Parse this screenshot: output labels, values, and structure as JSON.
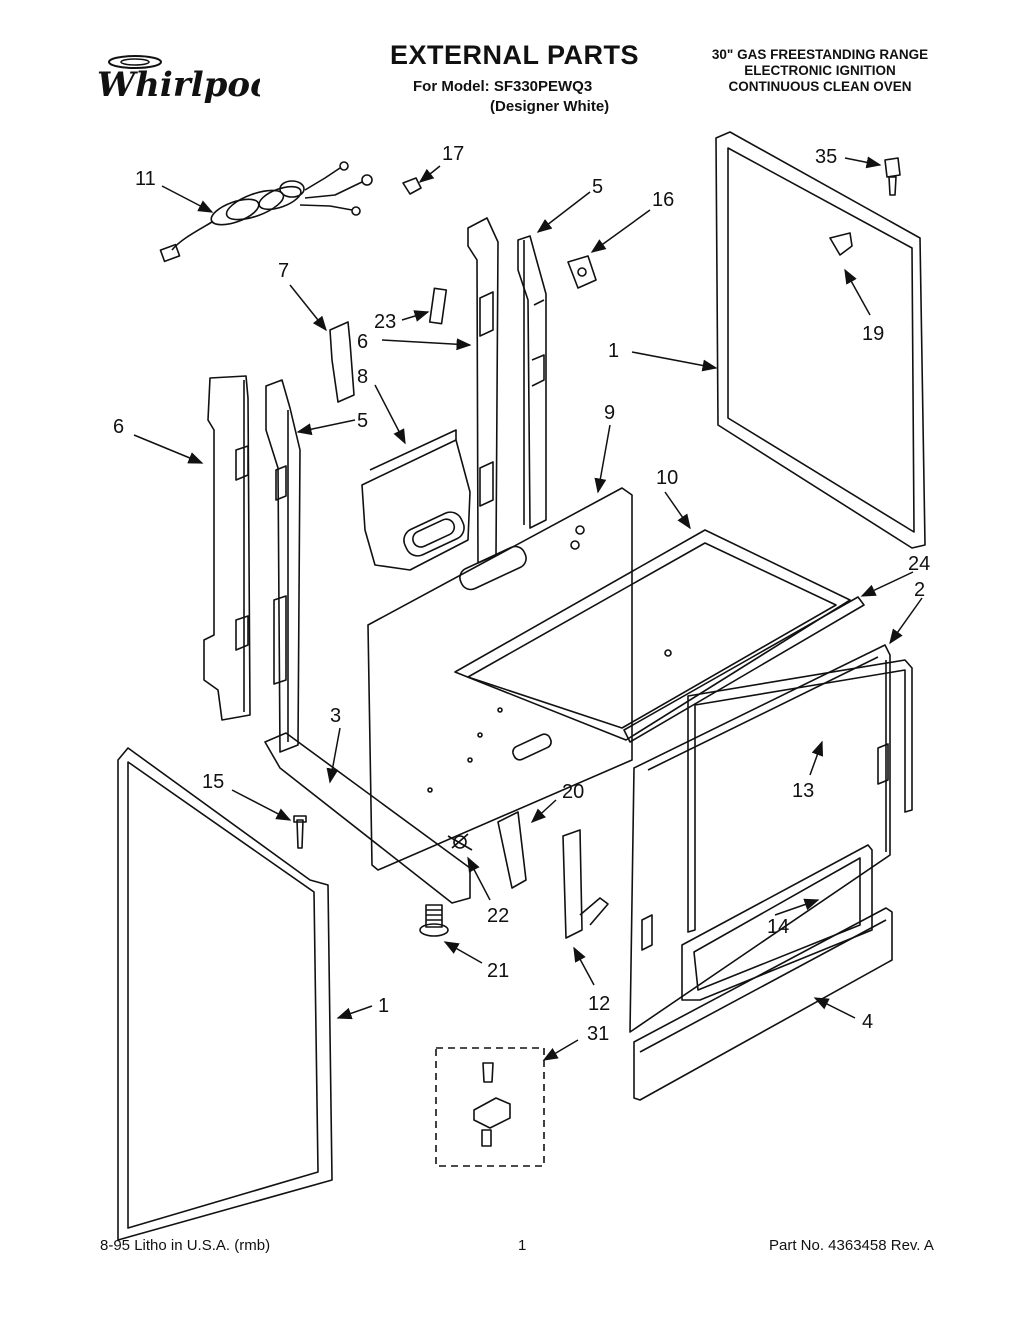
{
  "header": {
    "brand": "Whirlpool",
    "title": "EXTERNAL PARTS",
    "model_line": "For Model: SF330PEWQ3",
    "variant": "(Designer White)",
    "spec_lines": [
      "30\" GAS FREESTANDING RANGE",
      "ELECTRONIC IGNITION",
      "CONTINUOUS CLEAN OVEN"
    ]
  },
  "callouts": {
    "c11": "11",
    "c17": "17",
    "c5a": "5",
    "c16": "16",
    "c35": "35",
    "c7": "7",
    "c23": "23",
    "c6a": "6",
    "c1a": "1",
    "c19": "19",
    "c8": "8",
    "c6b": "6",
    "c5b": "5",
    "c9": "9",
    "c10": "10",
    "c24": "24",
    "c2": "2",
    "c3": "3",
    "c13": "13",
    "c15": "15",
    "c20": "20",
    "c22": "22",
    "c14": "14",
    "c21": "21",
    "c1b": "1",
    "c12": "12",
    "c4": "4",
    "c31": "31"
  },
  "footer": {
    "left": "8-95 Litho in U.S.A. (rmb)",
    "center": "1",
    "right": "Part No. 4363458 Rev. A"
  }
}
